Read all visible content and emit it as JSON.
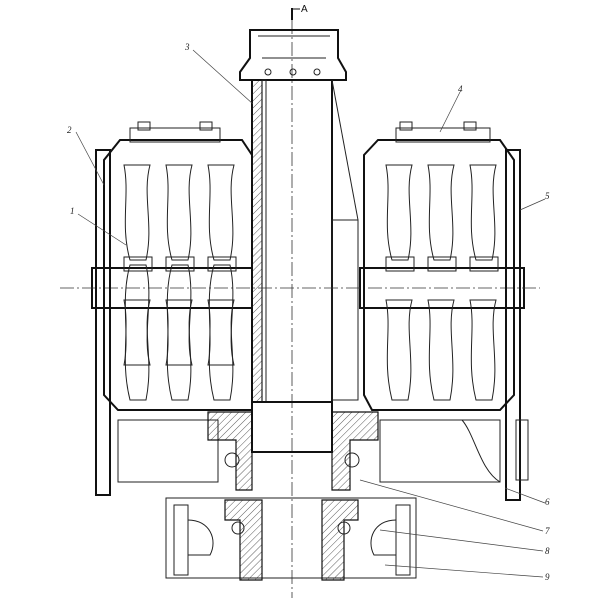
{
  "section_marker": "A",
  "callouts": [
    {
      "id": "callout-1",
      "text": "1"
    },
    {
      "id": "callout-2",
      "text": "2"
    },
    {
      "id": "callout-3",
      "text": "3"
    },
    {
      "id": "callout-4",
      "text": "4"
    },
    {
      "id": "callout-5",
      "text": "5"
    },
    {
      "id": "callout-6",
      "text": "6"
    },
    {
      "id": "callout-7",
      "text": "7"
    },
    {
      "id": "callout-8",
      "text": "8"
    },
    {
      "id": "callout-9",
      "text": "9"
    }
  ]
}
